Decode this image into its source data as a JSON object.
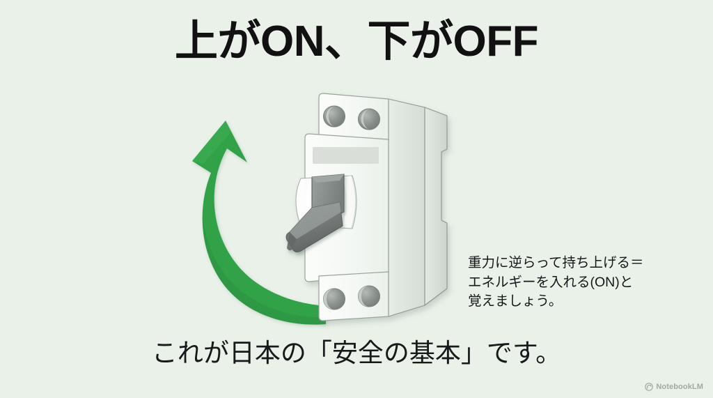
{
  "slide": {
    "title": "上がON、下がOFF",
    "caption": "これが日本の「安全の基本」です。",
    "sidenote": {
      "line1": "重力に逆らって持ち上げる＝",
      "line2": "エネルギーを入れる(ON)と",
      "line3": "覚えましょう。"
    },
    "watermark": {
      "label": "NotebookLM",
      "icon": "notebooklm-icon"
    },
    "illustration": {
      "arrow": {
        "name": "upward-curved-arrow",
        "direction": "up-left",
        "meaning": "ON"
      },
      "device": {
        "name": "circuit-breaker",
        "lever_position": "down",
        "lever_state": "OFF",
        "terminal_screw_count": 4,
        "label_strip": true
      }
    },
    "colors": {
      "background": "#e9f1e9",
      "arrow_green": "#33a24a",
      "arrow_green_dark": "#2b8f3f",
      "title_text": "#111111",
      "body_text": "#15181a",
      "breaker_white": "#f4f7f4",
      "breaker_side": "#dfe6df",
      "lever_dark": "#6d7271",
      "screw_gray": "#8d938f",
      "label_strip": "#d8ddd9"
    }
  }
}
